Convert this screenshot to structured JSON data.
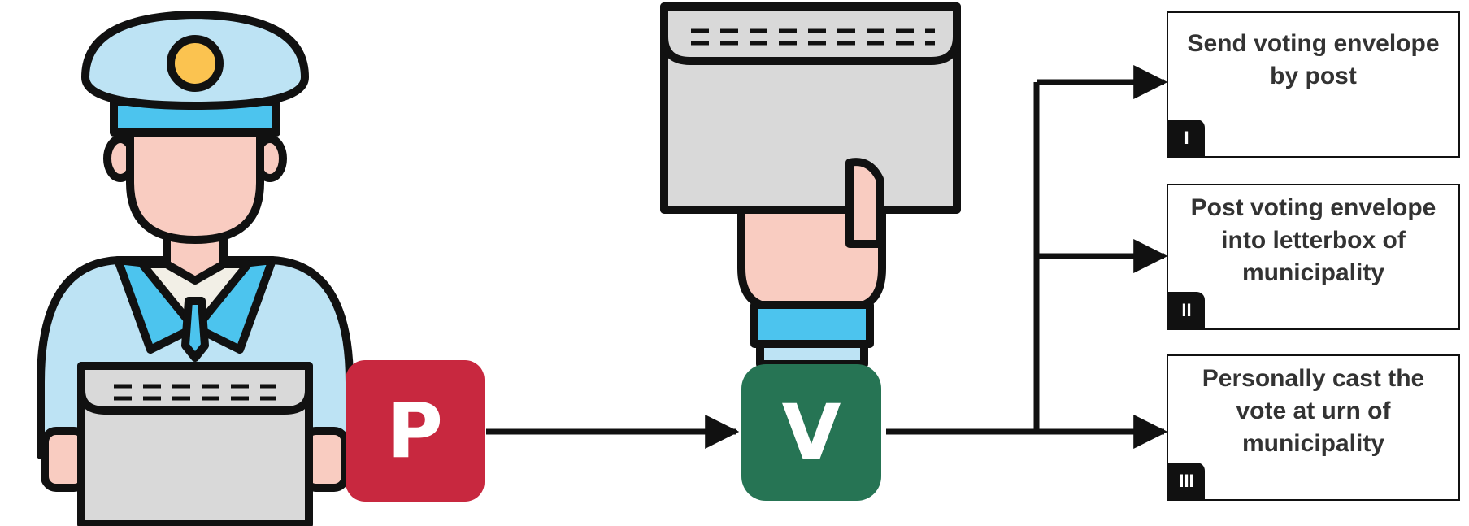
{
  "colors": {
    "p_badge": "#c8283f",
    "v_badge": "#267454",
    "stroke": "#111111",
    "cap_blue": "#bde3f4",
    "band_blue": "#4cc4ee",
    "skin": "#f9ccc1",
    "envelope": "#d9d9d9",
    "shirt": "#f2efe6",
    "badge_gold": "#fbc350"
  },
  "icons": {
    "sender": "postman-with-envelope-icon",
    "voter": "hand-holding-envelope-icon"
  },
  "badges": {
    "p_letter": "P",
    "v_letter": "V"
  },
  "options": [
    {
      "text": "Send voting envelope by post",
      "tag": "I"
    },
    {
      "text": "Post voting envelope into letterbox of municipality",
      "tag": "II"
    },
    {
      "text": "Personally cast the vote at urn of municipality",
      "tag": "III"
    }
  ]
}
